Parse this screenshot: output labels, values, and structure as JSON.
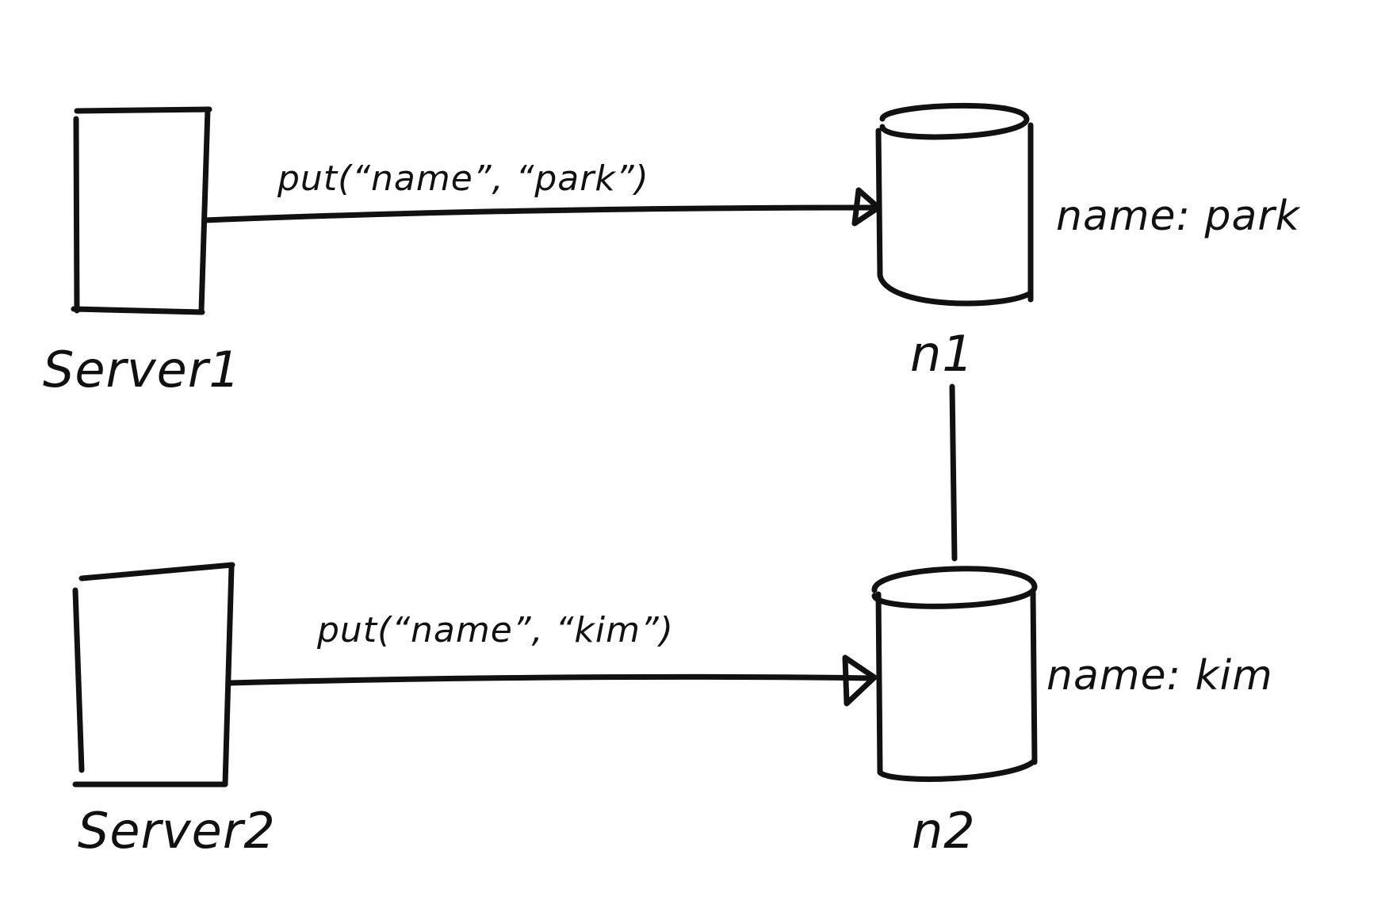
{
  "diagram": {
    "servers": [
      {
        "id": "server1",
        "label": "Server1"
      },
      {
        "id": "server2",
        "label": "Server2"
      }
    ],
    "nodes": [
      {
        "id": "n1",
        "label": "n1",
        "value_label": "name: park"
      },
      {
        "id": "n2",
        "label": "n2",
        "value_label": "name: kim"
      }
    ],
    "edges": [
      {
        "from": "server1",
        "to": "n1",
        "label": "put(“name”, “park”)"
      },
      {
        "from": "server2",
        "to": "n2",
        "label": "put(“name”, “kim”)"
      },
      {
        "from": "n1",
        "to": "n2",
        "label": ""
      }
    ],
    "colors": {
      "ink": "#111111",
      "background": "#ffffff"
    }
  }
}
